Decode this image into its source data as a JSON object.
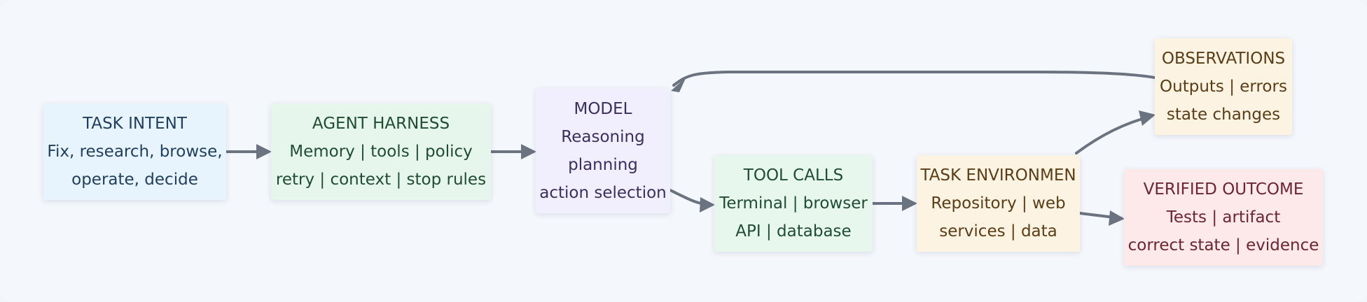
{
  "nodes": {
    "task_intent": {
      "title": "TASK INTENT",
      "lines": [
        "Fix, research, browse,",
        "operate, decide"
      ]
    },
    "agent_harness": {
      "title": "AGENT HARNESS",
      "lines": [
        "Memory | tools | policy",
        "retry | context | stop rules"
      ]
    },
    "model": {
      "title": "MODEL",
      "lines": [
        "Reasoning",
        "planning",
        "action selection"
      ]
    },
    "tool_calls": {
      "title": "TOOL CALLS",
      "lines": [
        "Terminal | browser",
        "API | database"
      ]
    },
    "task_environment": {
      "title": "TASK ENVIRONMEN",
      "lines": [
        "Repository | web",
        "services | data"
      ]
    },
    "observations": {
      "title": "OBSERVATIONS",
      "lines": [
        "Outputs | errors",
        "state changes"
      ]
    },
    "verified_outcome": {
      "title": "VERIFIED OUTCOME",
      "lines": [
        "Tests | artifact",
        "correct state | evidence"
      ]
    }
  },
  "colors": {
    "edge": "#6b7280",
    "intent_fill": "#e7f3fd",
    "harness_fill": "#e6f6ec",
    "model_fill": "#f1eefd",
    "tools_fill": "#e7f7ed",
    "environment_fill": "#fdf3e2",
    "observations_fill": "#fdf3e2",
    "verified_fill": "#fde8ea"
  }
}
